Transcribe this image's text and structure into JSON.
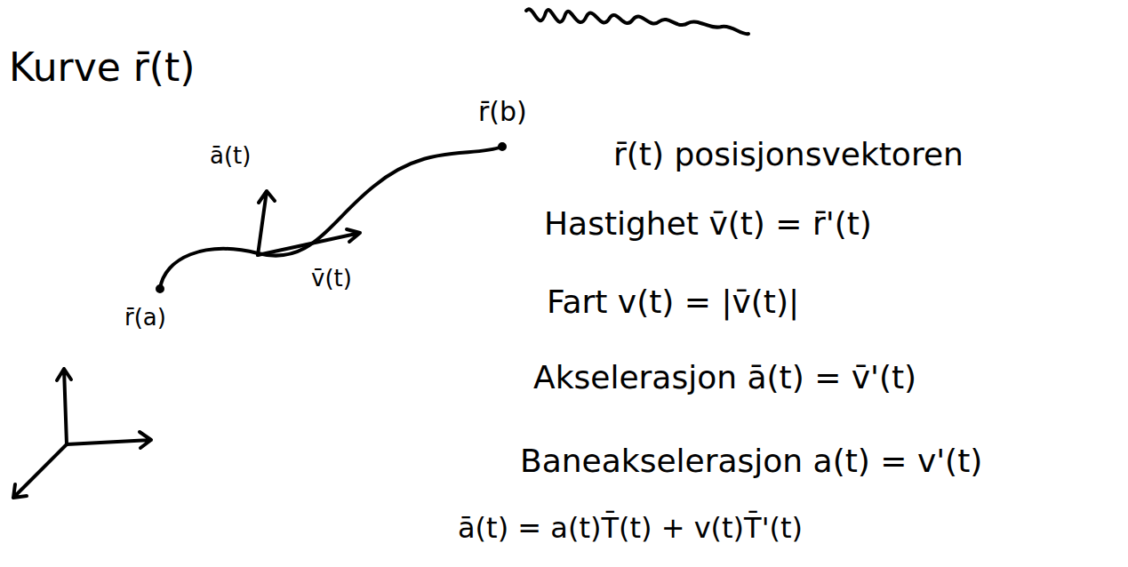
{
  "diagram": {
    "title": "Kurve r̄(t)",
    "labels": [
      "r̄(b)",
      "ā(t)",
      "v̄(t)",
      "r̄(a)",
      "r̄(t) posisjonsvektoren",
      "Hastighet v̄(t) = r̄'(t)",
      "Fart v(t) = |v̄(t)|",
      "Akselerasjon ā(t) = v̄'(t)",
      "Baneakselerasjon a(t) = v'(t)",
      "ā(t) = a(t)T̄(t) + v(t)T̄'(t)"
    ]
  }
}
